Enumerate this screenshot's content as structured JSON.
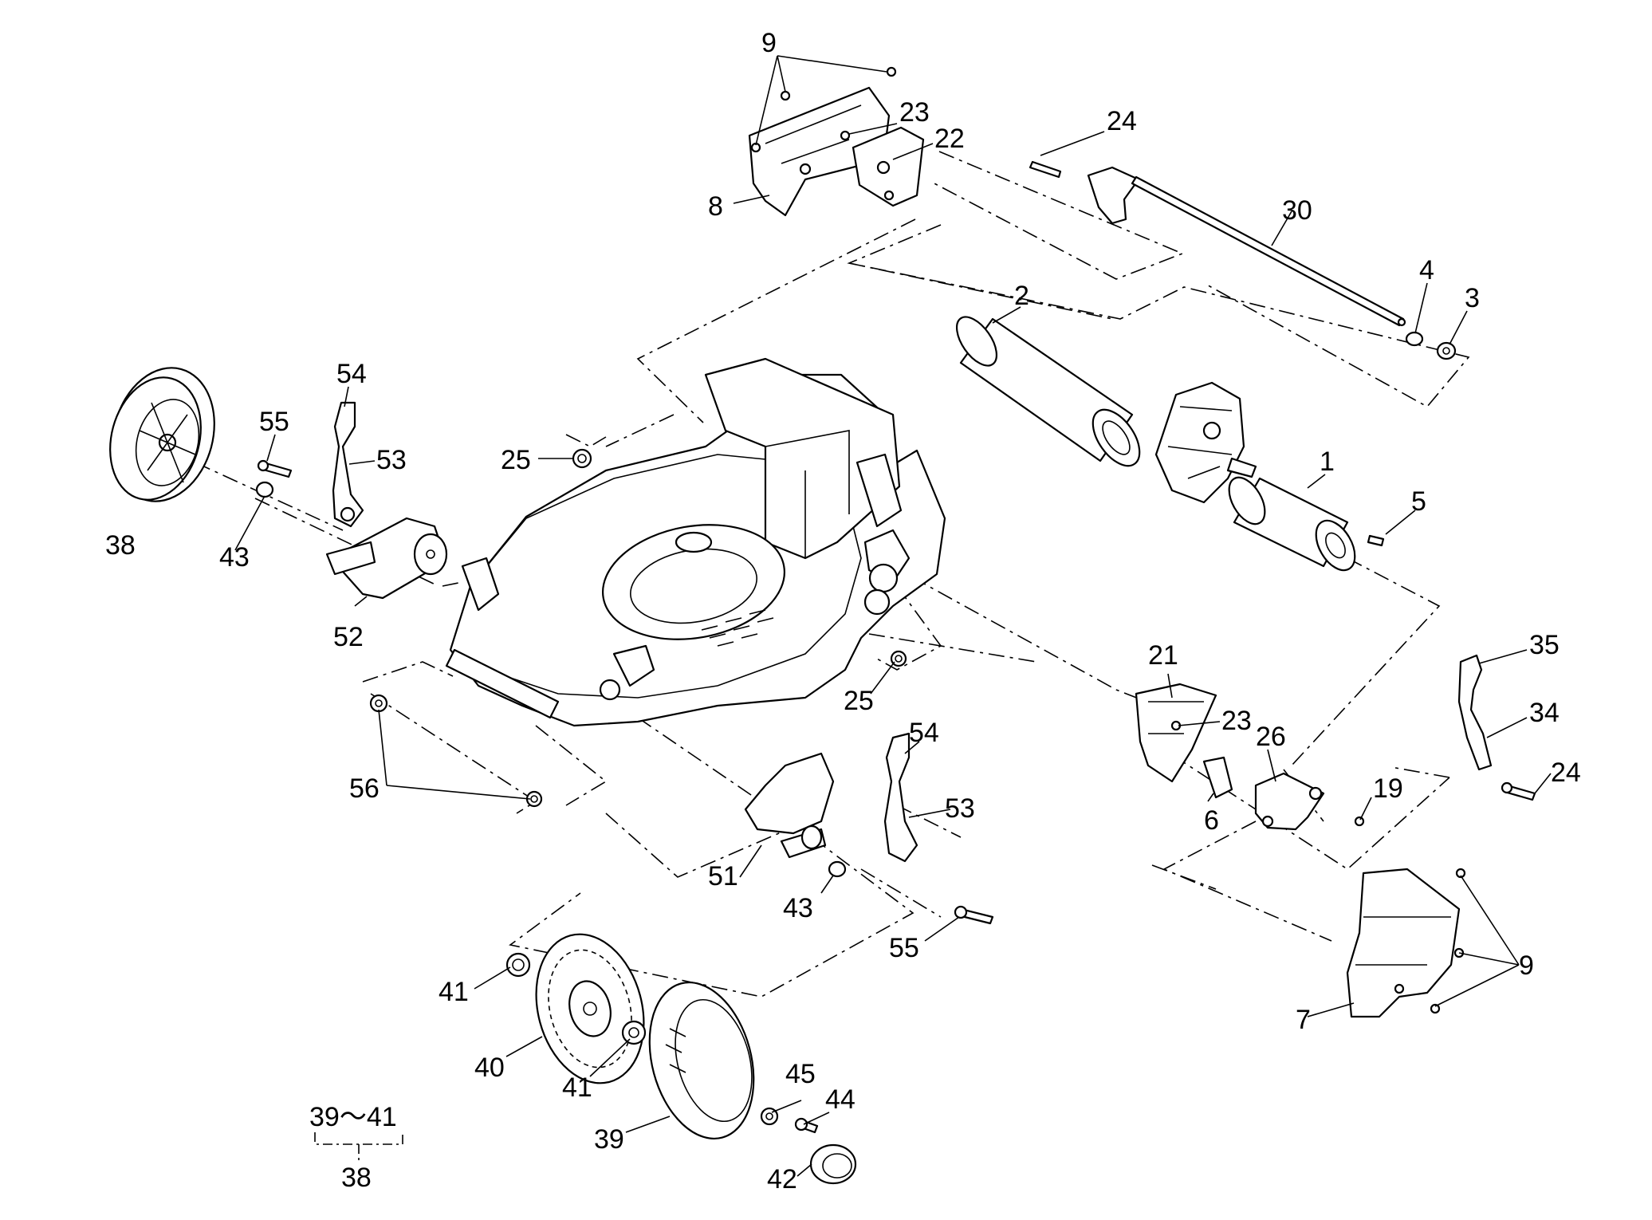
{
  "labels": {
    "l9a": "9",
    "l23a": "23",
    "l22": "22",
    "l8": "8",
    "l24a": "24",
    "l30": "30",
    "l2": "2",
    "l4": "4",
    "l3": "3",
    "l54a": "54",
    "l55a": "55",
    "l53a": "53",
    "l25a": "25",
    "l1": "1",
    "l5": "5",
    "l38a": "38",
    "l43a": "43",
    "l52": "52",
    "l21": "21",
    "l35": "35",
    "l23b": "23",
    "l26": "26",
    "l34": "34",
    "l25b": "25",
    "l19": "19",
    "l24b": "24",
    "l56": "56",
    "l6": "6",
    "l54b": "54",
    "l53b": "53",
    "l51": "51",
    "l43b": "43",
    "l55b": "55",
    "l9b": "9",
    "l41a": "41",
    "l7": "7",
    "l40": "40",
    "l41b": "41",
    "l45": "45",
    "l44": "44",
    "l39": "39",
    "l42": "42",
    "l39_41": "39～41",
    "l38b": "38"
  }
}
